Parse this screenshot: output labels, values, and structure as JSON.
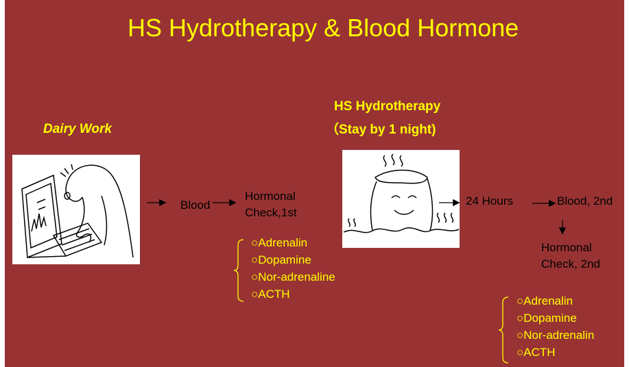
{
  "title": "HS Hydrotherapy &  Blood Hormone",
  "left": {
    "heading": "Dairy Work",
    "blood": "Blood",
    "check_line1": "Hormonal",
    "check_line2": "Check,1st",
    "hormones": [
      "Adrenalin",
      "Dopamine",
      "Nor-adrenaline",
      "ACTH"
    ]
  },
  "right": {
    "heading_line1": "HS Hydrotherapy",
    "heading_line2": "（Stay by 1 night)",
    "duration": "24 Hours",
    "blood": "Blood, 2nd",
    "check_line1": "Hormonal",
    "check_line2": "Check, 2nd",
    "hormones": [
      "Adrenalin",
      "Dopamine",
      "Nor-adrenalin",
      "ACTH"
    ]
  },
  "bullet": "○",
  "colors": {
    "background": "#993333",
    "accent": "#ffff00",
    "text": "#000000"
  },
  "icons": [
    "person-at-computer-sketch",
    "person-in-hot-spring-sketch"
  ]
}
